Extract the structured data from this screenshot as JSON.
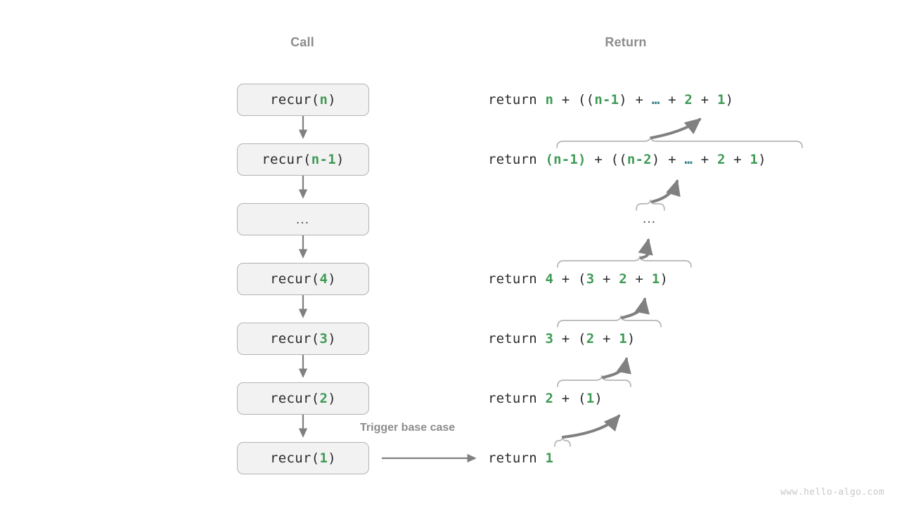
{
  "headers": {
    "call": "Call",
    "return": "Return"
  },
  "call_column": {
    "boxes": [
      {
        "name": "recur-n",
        "prefix": "recur(",
        "arg": "n",
        "suffix": ")",
        "is_dots": false
      },
      {
        "name": "recur-n-1",
        "prefix": "recur(",
        "arg": "n-1",
        "suffix": ")",
        "is_dots": false
      },
      {
        "name": "dots",
        "prefix": "",
        "arg": "…",
        "suffix": "",
        "is_dots": true
      },
      {
        "name": "recur-4",
        "prefix": "recur(",
        "arg": "4",
        "suffix": ")",
        "is_dots": false
      },
      {
        "name": "recur-3",
        "prefix": "recur(",
        "arg": "3",
        "suffix": ")",
        "is_dots": false
      },
      {
        "name": "recur-2",
        "prefix": "recur(",
        "arg": "2",
        "suffix": ")",
        "is_dots": false
      },
      {
        "name": "recur-1",
        "prefix": "recur(",
        "arg": "1",
        "suffix": ")",
        "is_dots": false
      }
    ]
  },
  "return_column": {
    "keyword": "return",
    "lines": [
      {
        "name": "return-n",
        "text": "return n + ((n-1) + … + 2 + 1)"
      },
      {
        "name": "return-n-1",
        "text": "return (n-1) + ((n-2) + … + 2 + 1)"
      },
      {
        "name": "return-4",
        "text": "return 4 + (3 + 2 + 1)"
      },
      {
        "name": "return-3",
        "text": "return 3 + (2 + 1)"
      },
      {
        "name": "return-2",
        "text": "return 2 + (1)"
      },
      {
        "name": "return-1",
        "text": "return 1"
      }
    ],
    "mid_dots": "…"
  },
  "annotations": {
    "trigger_base_case": "Trigger base case"
  },
  "watermark": "www.hello-algo.com",
  "colors": {
    "accent_green": "#3f9a55",
    "ellipsis_teal": "#2a7f85",
    "box_fill": "#f2f2f2",
    "box_border": "#b3b3b3",
    "arrow_gray": "#808080",
    "brace_gray": "#b5b5b5",
    "header_gray": "#8c8c8c",
    "text_dark": "#2b2b2b",
    "watermark_gray": "#c8c8c8",
    "background": "#ffffff"
  }
}
